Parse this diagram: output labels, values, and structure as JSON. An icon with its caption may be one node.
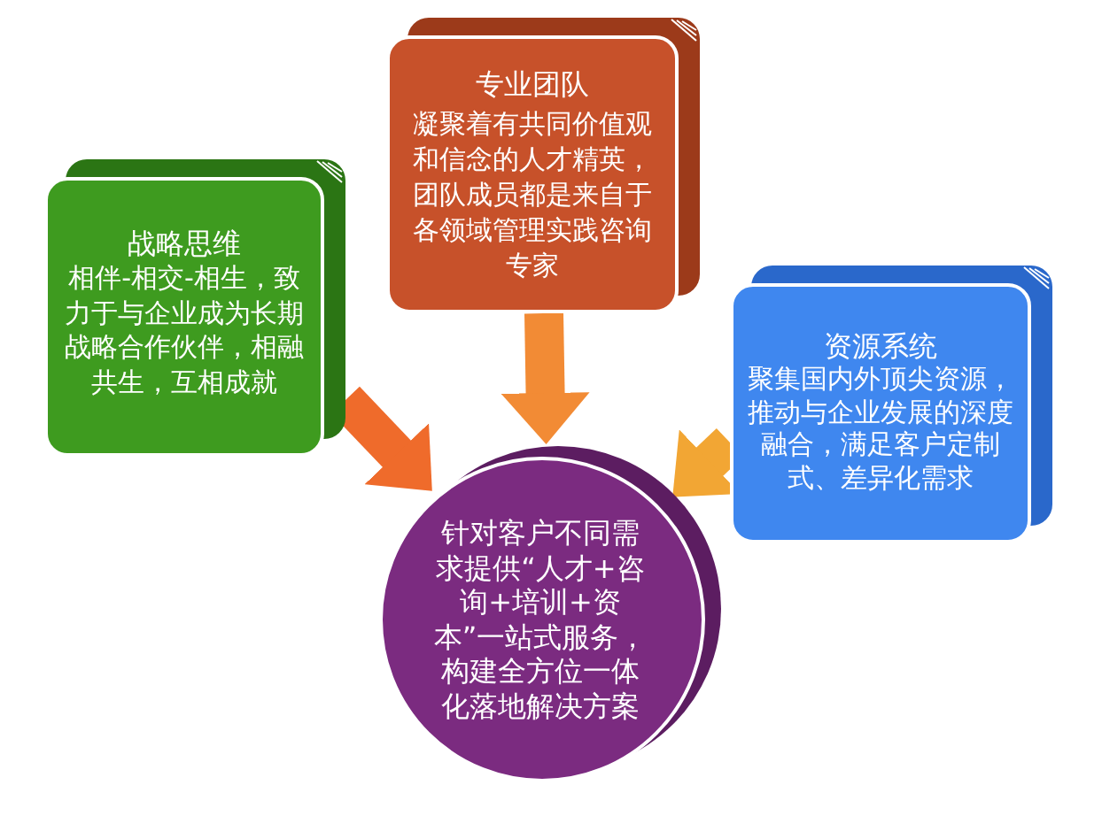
{
  "diagram": {
    "nodes": [
      {
        "text": [
          "战略思维",
          "相伴-相交-相生，致力于与企业成为长期战略合作伙伴，相融共生，互相成就"
        ]
      },
      {
        "text": [
          "专业团队",
          "凝聚着有共同价值观和信念的人才精英，团队成员都是来自于各领域管理实践咨询专家"
        ]
      },
      {
        "text": [
          "资源系统",
          "聚集国内外顶尖资源，推动与企业发展的深度融合，满足客户定制式、差异化需求"
        ]
      },
      {
        "text": [
          "针对客户不同需求提供“人才+咨询+培训+资本”一站式服务，构建全方位一体化落地解决方案"
        ]
      }
    ],
    "edges": [
      {
        "from": 0,
        "to": 3,
        "arrow": "to",
        "color": "#ef6b2b"
      },
      {
        "from": 1,
        "to": 3,
        "arrow": "to",
        "color": "#f28b35"
      },
      {
        "from": 2,
        "to": 3,
        "arrow": "to",
        "color": "#f2a634"
      }
    ]
  }
}
